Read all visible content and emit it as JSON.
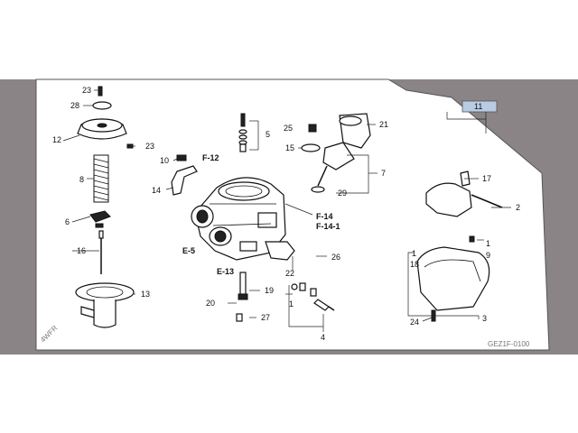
{
  "colors": {
    "background_band": "#8a8486",
    "panel": "#ffffff",
    "highlight_box": "#b8cce4"
  },
  "callouts": {
    "p1a": "1",
    "p1b": "1",
    "p1c": "1",
    "p2": "2",
    "p3": "3",
    "p4": "4",
    "p5": "5",
    "p6": "6",
    "p7": "7",
    "p8": "8",
    "p9": "9",
    "p10": "10",
    "p11": "11",
    "p12": "12",
    "p13": "13",
    "p14": "14",
    "p15": "15",
    "p16": "16",
    "p17": "17",
    "p18": "18",
    "p19": "19",
    "p20": "20",
    "p21": "21",
    "p22": "22",
    "p23a": "23",
    "p23b": "23",
    "p24": "24",
    "p25": "25",
    "p26": "26",
    "p27": "27",
    "p28": "28",
    "p29": "29"
  },
  "ref_codes": {
    "f12": "F-12",
    "f14": "F-14",
    "f14_1": "F-14-1",
    "e5": "E-5",
    "e13": "E-13"
  },
  "watermarks": {
    "left": "4WFR",
    "bottom_right": "GEZ1F-0100"
  }
}
